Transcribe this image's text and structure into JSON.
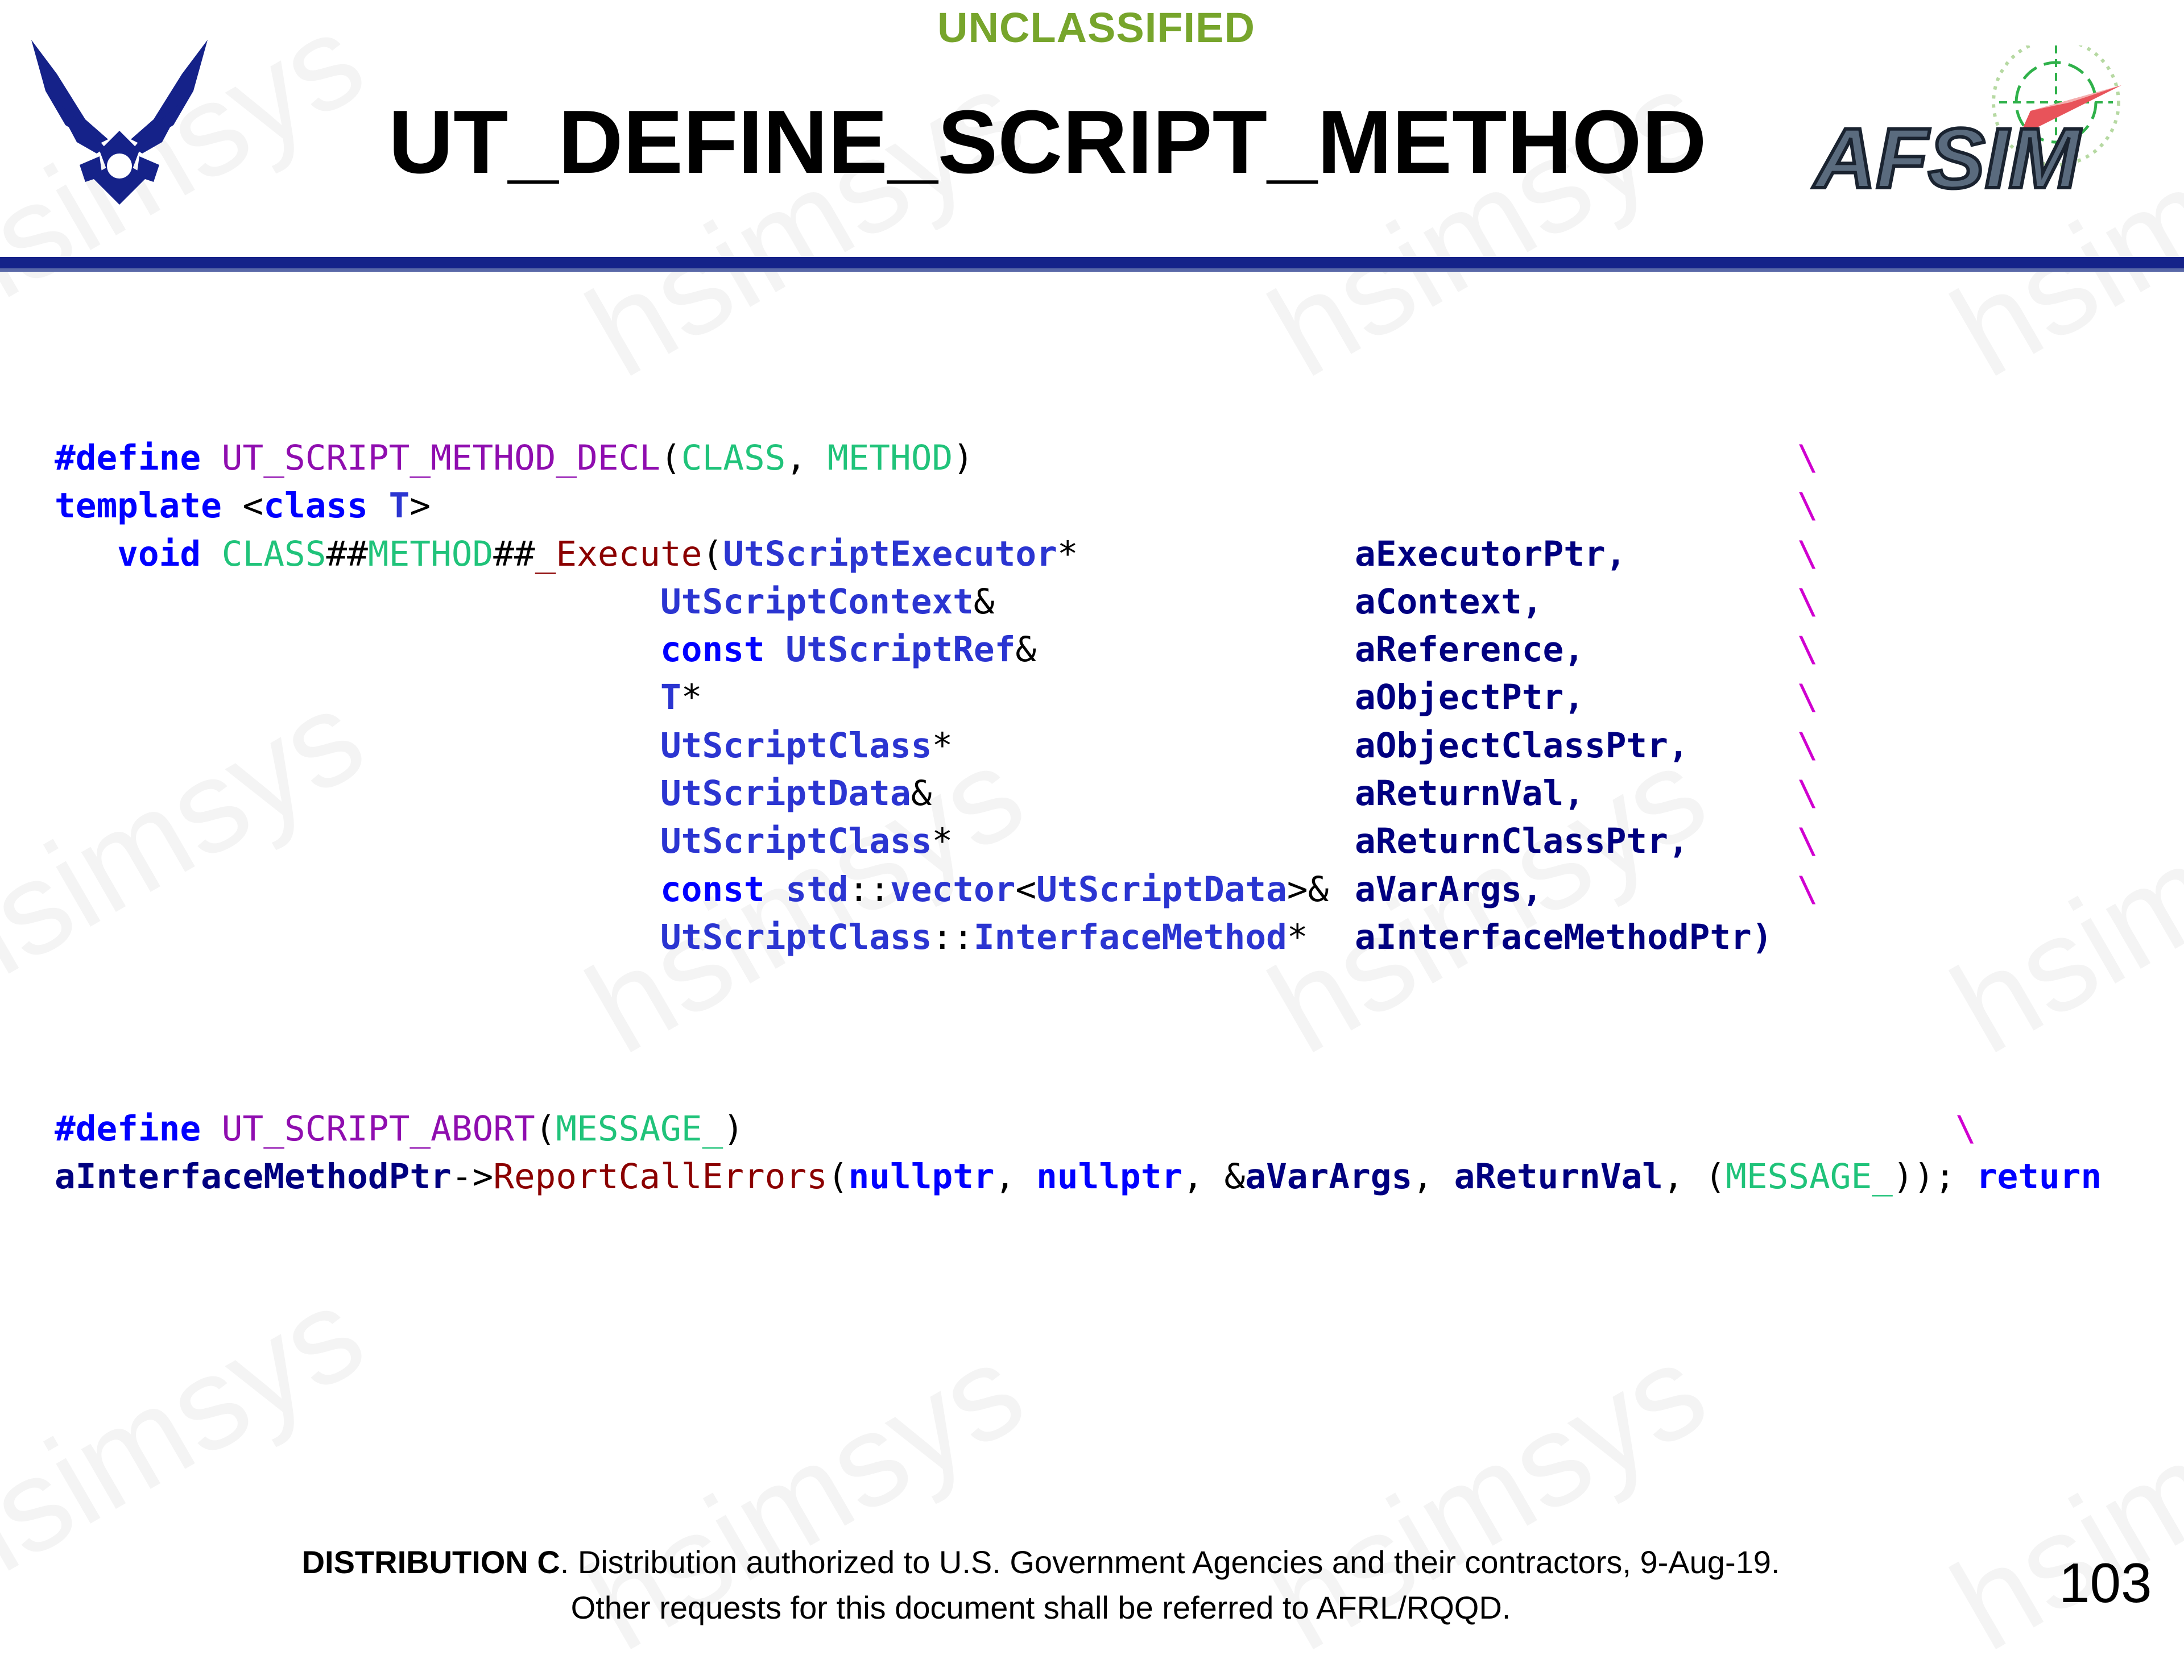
{
  "header": {
    "classification": "UNCLASSIFIED",
    "title": "UT_DEFINE_SCRIPT_METHOD",
    "afsim_logo_text": "AFSIM"
  },
  "watermark": "hsimsys",
  "code_block_1": [
    "#define UT_SCRIPT_METHOD_DECL(CLASS, METHOD)",
    "template <class T>",
    "   void CLASS##METHOD##_Execute(UtScriptExecutor*",
    "UtScriptContext&",
    "const UtScriptRef&",
    "T*",
    "UtScriptClass*",
    "UtScriptData&",
    "UtScriptClass*",
    "const std::vector<UtScriptData>&",
    "UtScriptClass::InterfaceMethod*"
  ],
  "code_params": [
    "aExecutorPtr,",
    "aContext,",
    "aReference,",
    "aObjectPtr,",
    "aObjectClassPtr,",
    "aReturnVal,",
    "aReturnClassPtr,",
    "aVarArgs,",
    "aInterfaceMethodPtr)"
  ],
  "code_block_2": [
    "#define UT_SCRIPT_ABORT(MESSAGE_)",
    "aInterfaceMethodPtr->ReportCallErrors(nullptr, nullptr, &aVarArgs, aReturnVal, (MESSAGE_)); return"
  ],
  "footer": {
    "distribution_label": "DISTRIBUTION C",
    "distribution_text": ". Distribution authorized to U.S. Government Agencies and their contractors, 9-Aug-19.",
    "line2": "Other requests for this document shall be referred to AFRL/RQQD.",
    "page_number": "103"
  },
  "colors": {
    "classification": "#77a52c",
    "rule": "#152289",
    "keyword": "#0000ff",
    "macro": "#8f0daf",
    "macro_arg": "#20c37a",
    "function": "#8b0000",
    "line_continuation": "#d000d0"
  }
}
